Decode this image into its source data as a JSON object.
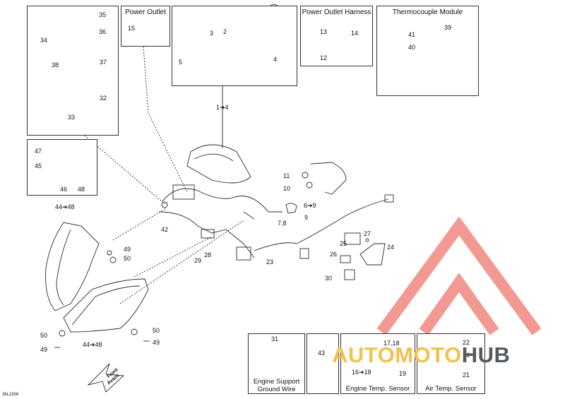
{
  "boxes": {
    "power_outlet": "Power Outlet",
    "power_outlet_harness": "Power Outlet Harness",
    "thermocouple_module": "Thermocouple Module",
    "engine_support_ground_wire": [
      "Engine Support",
      "Ground Wire"
    ],
    "engine_temp_sensor": "Engine Temp. Sensor",
    "air_temp_sensor": "Air Temp. Sensor"
  },
  "callouts": {
    "c35": "35",
    "c36": "36",
    "c34": "34",
    "c38": "38",
    "c37": "37",
    "c32": "32",
    "c33": "33",
    "c15": "15",
    "c3": "3",
    "c2": "2",
    "c4": "4",
    "c5": "5",
    "c13": "13",
    "c14": "14",
    "c12": "12",
    "c39": "39",
    "c41": "41",
    "c40": "40",
    "c1to4": "1➔4",
    "c47": "47",
    "c45": "45",
    "c46": "46",
    "c48": "48",
    "c44to48_top": "44➔48",
    "c11": "11",
    "c10": "10",
    "c6to9": "6➔9",
    "c78": "7,8",
    "c9": "9",
    "c42": "42",
    "c27": "27",
    "c25": "25",
    "c24": "24",
    "c26": "26",
    "c23": "23",
    "c28": "28",
    "c29": "29",
    "c30": "30",
    "c49a": "49",
    "c50a": "50",
    "c50b": "50",
    "c49b": "49",
    "c44to48_bot": "44➔48",
    "c50c": "50",
    "c49c": "49",
    "c31": "31",
    "c43": "43",
    "c1718": "17,18",
    "c16to18": "16➔18",
    "c19": "19",
    "c22": "22",
    "c20": "20",
    "c21": "21"
  },
  "front_arrow": [
    "Front",
    "Avant"
  ],
  "watermark": {
    "part1": "AUTOMOTO",
    "part2": "HUB"
  },
  "drawing_code": "36L1506",
  "colors": {
    "line": "#2a2a2a",
    "watermark_red": "#e8473c",
    "watermark_gold": "#f2c250",
    "watermark_gray": "#555a60"
  }
}
